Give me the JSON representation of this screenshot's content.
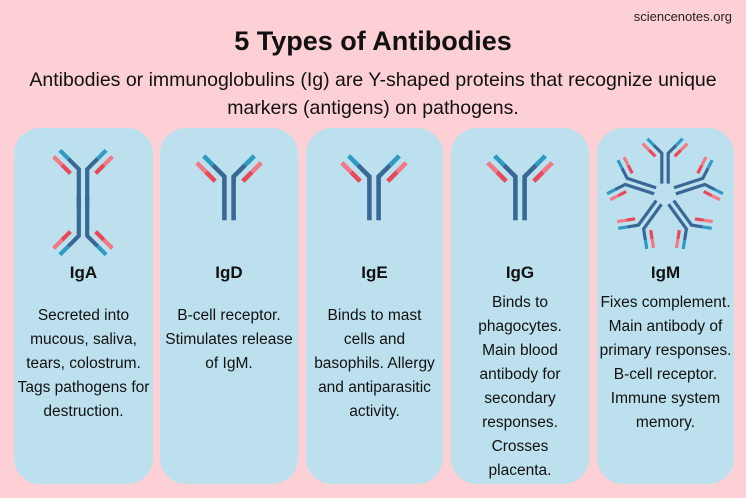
{
  "site": "sciencenotes.org",
  "title": "5 Types of Antibodies",
  "subtitle": "Antibodies or immunoglobulins (Ig) are Y-shaped proteins that recognize unique markers (antigens) on pathogens.",
  "colors": {
    "background": "#fdd0d6",
    "card": "#bde0ee",
    "heavy_chain": "#3a6896",
    "heavy_tip": "#2f9ac4",
    "light_chain": "#e8485a",
    "light_tip": "#f07a86"
  },
  "types": [
    {
      "name": "IgA",
      "icon": "dimer-antibody-icon",
      "description": "Secreted into mucous, saliva, tears, colostrum. Tags pathogens for destruction."
    },
    {
      "name": "IgD",
      "icon": "monomer-antibody-icon",
      "description": "B-cell receptor. Stimulates release of IgM."
    },
    {
      "name": "IgE",
      "icon": "monomer-antibody-icon",
      "description": "Binds to mast cells and basophils. Allergy and antiparasitic activity."
    },
    {
      "name": "IgG",
      "icon": "monomer-antibody-icon",
      "description": "Binds to phagocytes. Main blood antibody for secondary responses. Crosses placenta."
    },
    {
      "name": "IgM",
      "icon": "pentamer-antibody-icon",
      "description": "Fixes complement. Main antibody of primary responses. B-cell receptor. Immune system memory."
    }
  ]
}
